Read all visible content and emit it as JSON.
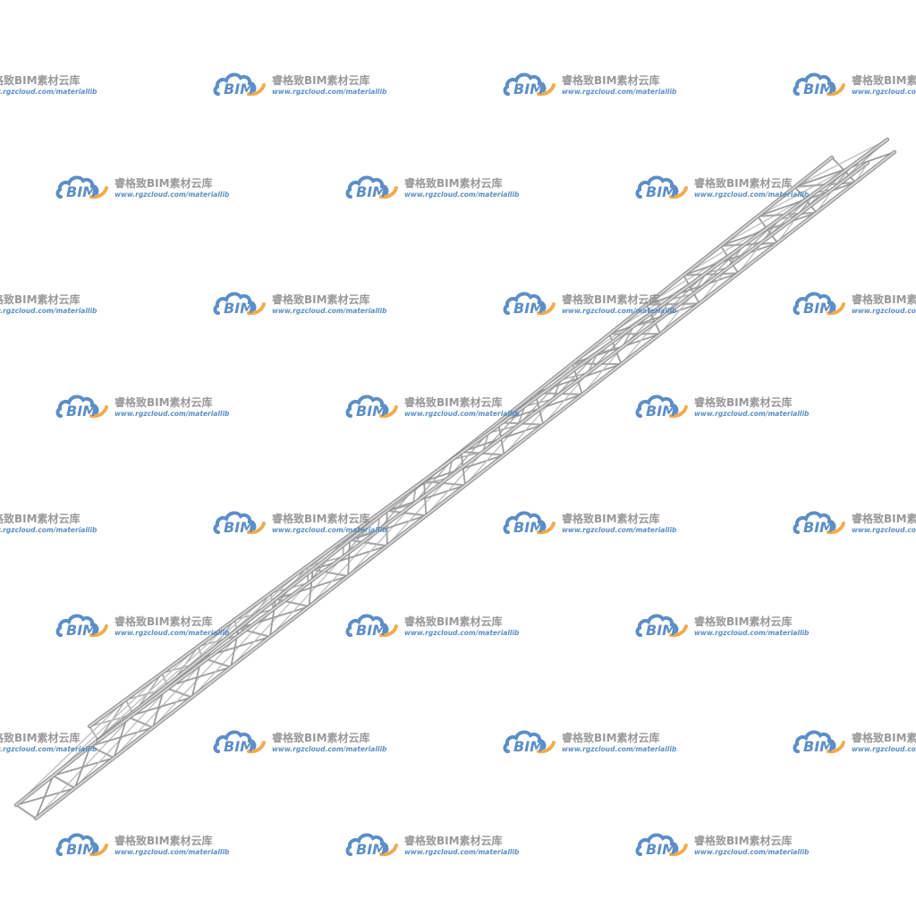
{
  "watermark": {
    "logo_text": "BIM",
    "title": "睿格致BIM素材云库",
    "url": "www.rgzcloud.com/materiallib",
    "logo_icon": "cloud-icon"
  },
  "colors": {
    "background": "#ffffff",
    "truss_tube": "#b9b9b9",
    "truss_tube_dark": "#8a8a8a",
    "logo_blue": "#4b82c3",
    "logo_orange": "#f0a33c",
    "watermark_text": "#8e8e8e"
  }
}
